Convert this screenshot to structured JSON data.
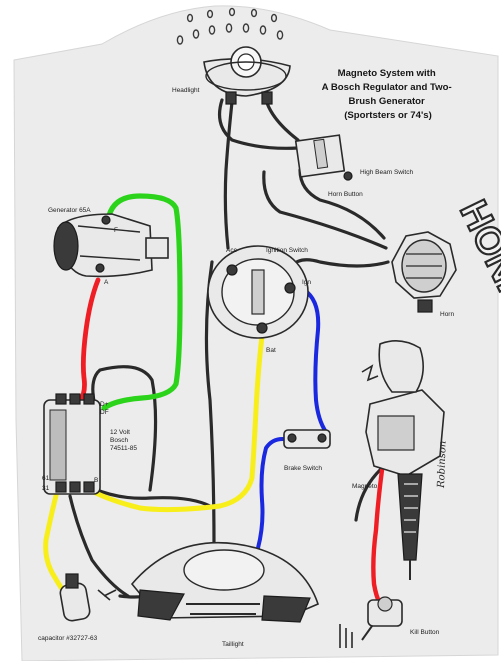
{
  "title": [
    "Magneto System with",
    "A Bosch Regulator and Two-",
    "Brush Generator",
    "(Sportsters or 74's)"
  ],
  "labels": {
    "headlight": "Headlight",
    "high_beam_switch": "High Beam Switch",
    "horn_button": "Horn Button",
    "generator": "Generator 65A",
    "gen_f": "F",
    "gen_a": "A",
    "acc": "Acc",
    "ignition_switch": "Ignition Switch",
    "ign": "Ign",
    "bat": "Bat",
    "honk": "HONK",
    "horn": "Horn",
    "regulator": [
      "12 Volt",
      "Bosch",
      "74511-85"
    ],
    "reg_df": "DF",
    "reg_d": "D+",
    "reg_61": "61",
    "reg_31": "31",
    "reg_b": "B",
    "brake_switch": "Brake Switch",
    "magneto": "Magneto",
    "taillight": "Taillight",
    "capacitor": "capacitor #32727-63",
    "kill_button": "Kill Button",
    "signature": "Robinson"
  },
  "colors": {
    "paper": "#ececec",
    "ink": "#2a2a2a",
    "wire_green": "#2bd41a",
    "wire_red": "#ef1e24",
    "wire_yellow": "#f7ee1a",
    "wire_blue": "#1a28e0"
  }
}
